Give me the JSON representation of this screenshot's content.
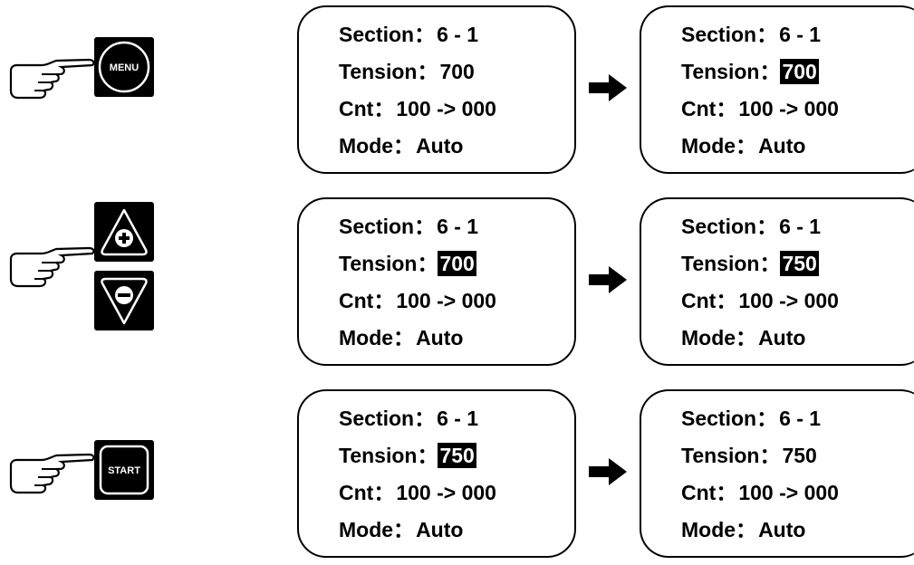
{
  "rows": [
    {
      "key": {
        "label": "MENU",
        "icon": "menu-key-icon"
      },
      "before": {
        "section": "6 - 1",
        "tension": "700",
        "cnt": "100 -> 000",
        "mode": "Auto",
        "tension_highlight": false
      },
      "after": {
        "section": "6 - 1",
        "tension": "700",
        "cnt": "100 -> 000",
        "mode": "Auto",
        "tension_highlight": true
      }
    },
    {
      "key": {
        "label": "",
        "icon": "plus-minus-keys-icon"
      },
      "before": {
        "section": "6 - 1",
        "tension": "700",
        "cnt": "100 -> 000",
        "mode": "Auto",
        "tension_highlight": true
      },
      "after": {
        "section": "6 - 1",
        "tension": "750",
        "cnt": "100 -> 000",
        "mode": "Auto",
        "tension_highlight": true
      }
    },
    {
      "key": {
        "label": "START",
        "icon": "start-key-icon"
      },
      "before": {
        "section": "6 - 1",
        "tension": "750",
        "cnt": "100 -> 000",
        "mode": "Auto",
        "tension_highlight": true
      },
      "after": {
        "section": "6 - 1",
        "tension": "750",
        "cnt": "100 -> 000",
        "mode": "Auto",
        "tension_highlight": false
      }
    }
  ],
  "labels": {
    "section": "Section：",
    "tension": "Tension：",
    "cnt": "Cnt：",
    "mode": "Mode："
  },
  "icons": {
    "hand": "pointing-hand-icon",
    "arrow": "right-arrow-icon"
  }
}
